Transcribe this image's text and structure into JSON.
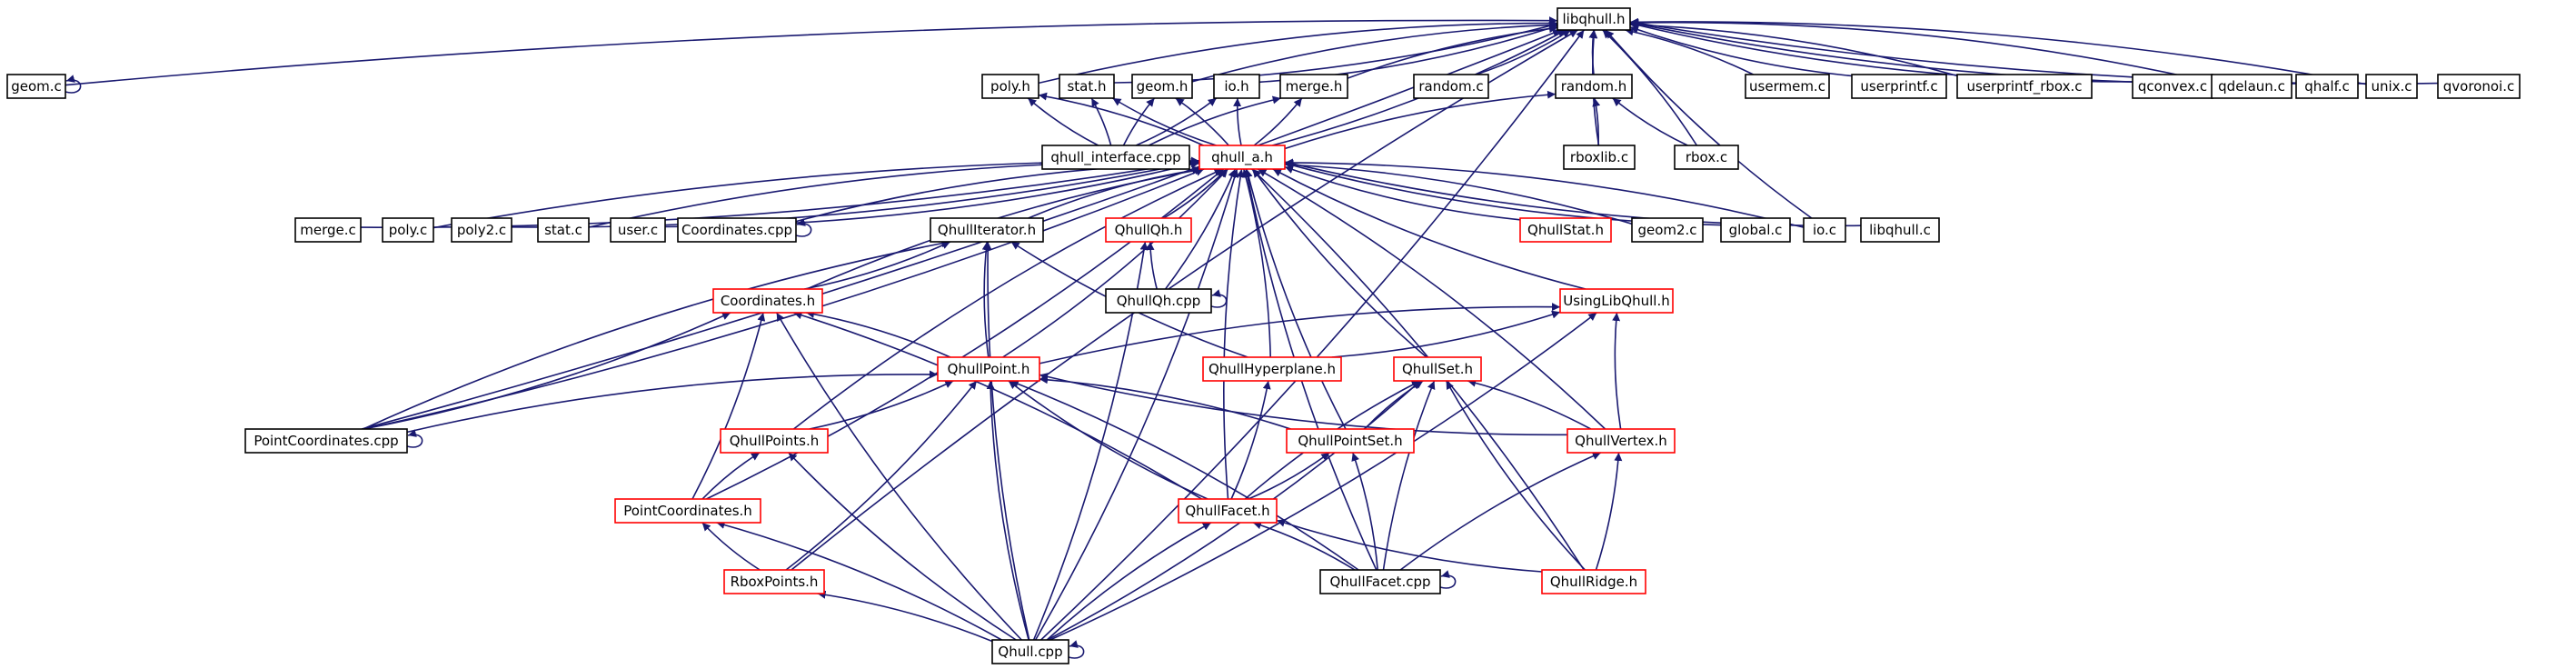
{
  "colors": {
    "edge": "#191970",
    "root_fill": "#bfbfbf",
    "border_black": "#000000",
    "border_red": "#ff0000",
    "background": "#ffffff"
  },
  "nodes": [
    {
      "id": "libqhull_h",
      "label": "libqhull.h",
      "kind": "root"
    },
    {
      "id": "geom_c",
      "label": "geom.c",
      "kind": "black"
    },
    {
      "id": "poly_h",
      "label": "poly.h",
      "kind": "black"
    },
    {
      "id": "stat_h",
      "label": "stat.h",
      "kind": "black"
    },
    {
      "id": "geom_h",
      "label": "geom.h",
      "kind": "black"
    },
    {
      "id": "io_h",
      "label": "io.h",
      "kind": "black"
    },
    {
      "id": "merge_h",
      "label": "merge.h",
      "kind": "black"
    },
    {
      "id": "random_c",
      "label": "random.c",
      "kind": "black"
    },
    {
      "id": "random_h",
      "label": "random.h",
      "kind": "black"
    },
    {
      "id": "usermem_c",
      "label": "usermem.c",
      "kind": "black"
    },
    {
      "id": "userprintf_c",
      "label": "userprintf.c",
      "kind": "black"
    },
    {
      "id": "userprintf_rbox_c",
      "label": "userprintf_rbox.c",
      "kind": "black"
    },
    {
      "id": "qconvex_c",
      "label": "qconvex.c",
      "kind": "black"
    },
    {
      "id": "qdelaun_c",
      "label": "qdelaun.c",
      "kind": "black"
    },
    {
      "id": "qhalf_c",
      "label": "qhalf.c",
      "kind": "black"
    },
    {
      "id": "unix_c",
      "label": "unix.c",
      "kind": "black"
    },
    {
      "id": "qvoronoi_c",
      "label": "qvoronoi.c",
      "kind": "black"
    },
    {
      "id": "qhull_interface_cpp",
      "label": "qhull_interface.cpp",
      "kind": "black"
    },
    {
      "id": "qhull_a_h",
      "label": "qhull_a.h",
      "kind": "red"
    },
    {
      "id": "rboxlib_c",
      "label": "rboxlib.c",
      "kind": "black"
    },
    {
      "id": "rbox_c",
      "label": "rbox.c",
      "kind": "black"
    },
    {
      "id": "merge_c",
      "label": "merge.c",
      "kind": "black"
    },
    {
      "id": "poly_c",
      "label": "poly.c",
      "kind": "black"
    },
    {
      "id": "poly2_c",
      "label": "poly2.c",
      "kind": "black"
    },
    {
      "id": "stat_c",
      "label": "stat.c",
      "kind": "black"
    },
    {
      "id": "user_c",
      "label": "user.c",
      "kind": "black"
    },
    {
      "id": "coordinates_cpp",
      "label": "Coordinates.cpp",
      "kind": "black"
    },
    {
      "id": "qhulliterator_h",
      "label": "QhullIterator.h",
      "kind": "black"
    },
    {
      "id": "qhullqh_h",
      "label": "QhullQh.h",
      "kind": "red"
    },
    {
      "id": "qhullstat_h",
      "label": "QhullStat.h",
      "kind": "red"
    },
    {
      "id": "geom2_c",
      "label": "geom2.c",
      "kind": "black"
    },
    {
      "id": "global_c",
      "label": "global.c",
      "kind": "black"
    },
    {
      "id": "io_c",
      "label": "io.c",
      "kind": "black"
    },
    {
      "id": "libqhull_c",
      "label": "libqhull.c",
      "kind": "black"
    },
    {
      "id": "qhullqh_cpp",
      "label": "QhullQh.cpp",
      "kind": "black"
    },
    {
      "id": "coordinates_h",
      "label": "Coordinates.h",
      "kind": "red"
    },
    {
      "id": "usinglibqhull_h",
      "label": "UsingLibQhull.h",
      "kind": "red"
    },
    {
      "id": "qhullpoint_h",
      "label": "QhullPoint.h",
      "kind": "red"
    },
    {
      "id": "qhullhyperplane_h",
      "label": "QhullHyperplane.h",
      "kind": "red"
    },
    {
      "id": "qhullset_h",
      "label": "QhullSet.h",
      "kind": "red"
    },
    {
      "id": "pointcoordinates_cpp",
      "label": "PointCoordinates.cpp",
      "kind": "black"
    },
    {
      "id": "qhullpoints_h",
      "label": "QhullPoints.h",
      "kind": "red"
    },
    {
      "id": "qhullpointset_h",
      "label": "QhullPointSet.h",
      "kind": "red"
    },
    {
      "id": "qhullvertex_h",
      "label": "QhullVertex.h",
      "kind": "red"
    },
    {
      "id": "pointcoordinates_h",
      "label": "PointCoordinates.h",
      "kind": "red"
    },
    {
      "id": "qhullfacet_h",
      "label": "QhullFacet.h",
      "kind": "red"
    },
    {
      "id": "rboxpoints_h",
      "label": "RboxPoints.h",
      "kind": "red"
    },
    {
      "id": "qhullfacet_cpp",
      "label": "QhullFacet.cpp",
      "kind": "black"
    },
    {
      "id": "qhullridge_h",
      "label": "QhullRidge.h",
      "kind": "red"
    },
    {
      "id": "qhull_cpp",
      "label": "Qhull.cpp",
      "kind": "black"
    }
  ],
  "edges": [
    [
      "geom_c",
      "libqhull_h"
    ],
    [
      "geom_c",
      "geom_c"
    ],
    [
      "poly_h",
      "libqhull_h"
    ],
    [
      "stat_h",
      "libqhull_h"
    ],
    [
      "geom_h",
      "libqhull_h"
    ],
    [
      "io_h",
      "libqhull_h"
    ],
    [
      "merge_h",
      "libqhull_h"
    ],
    [
      "random_c",
      "libqhull_h"
    ],
    [
      "random_h",
      "libqhull_h"
    ],
    [
      "usermem_c",
      "libqhull_h"
    ],
    [
      "userprintf_c",
      "libqhull_h"
    ],
    [
      "userprintf_rbox_c",
      "libqhull_h"
    ],
    [
      "qconvex_c",
      "libqhull_h"
    ],
    [
      "qdelaun_c",
      "libqhull_h"
    ],
    [
      "qhalf_c",
      "libqhull_h"
    ],
    [
      "unix_c",
      "libqhull_h"
    ],
    [
      "qvoronoi_c",
      "libqhull_h"
    ],
    [
      "qhull_a_h",
      "libqhull_h"
    ],
    [
      "rboxlib_c",
      "libqhull_h"
    ],
    [
      "rbox_c",
      "libqhull_h"
    ],
    [
      "io_c",
      "libqhull_h"
    ],
    [
      "pointcoordinates_cpp",
      "libqhull_h"
    ],
    [
      "rboxpoints_h",
      "libqhull_h"
    ],
    [
      "qhull_cpp",
      "libqhull_h"
    ],
    [
      "qhull_interface_cpp",
      "poly_h"
    ],
    [
      "qhull_interface_cpp",
      "stat_h"
    ],
    [
      "qhull_interface_cpp",
      "geom_h"
    ],
    [
      "qhull_interface_cpp",
      "io_h"
    ],
    [
      "qhull_interface_cpp",
      "merge_h"
    ],
    [
      "qhull_a_h",
      "poly_h"
    ],
    [
      "qhull_a_h",
      "stat_h"
    ],
    [
      "qhull_a_h",
      "geom_h"
    ],
    [
      "qhull_a_h",
      "io_h"
    ],
    [
      "qhull_a_h",
      "merge_h"
    ],
    [
      "qhull_a_h",
      "random_h"
    ],
    [
      "rboxlib_c",
      "random_h"
    ],
    [
      "rbox_c",
      "random_h"
    ],
    [
      "merge_c",
      "qhull_a_h"
    ],
    [
      "poly_c",
      "qhull_a_h"
    ],
    [
      "poly2_c",
      "qhull_a_h"
    ],
    [
      "stat_c",
      "qhull_a_h"
    ],
    [
      "user_c",
      "qhull_a_h"
    ],
    [
      "coordinates_cpp",
      "qhull_a_h"
    ],
    [
      "coordinates_cpp",
      "coordinates_cpp"
    ],
    [
      "qhulliterator_h",
      "qhull_a_h"
    ],
    [
      "qhullqh_h",
      "qhull_a_h"
    ],
    [
      "qhullstat_h",
      "qhull_a_h"
    ],
    [
      "geom2_c",
      "qhull_a_h"
    ],
    [
      "global_c",
      "qhull_a_h"
    ],
    [
      "io_c",
      "qhull_a_h"
    ],
    [
      "libqhull_c",
      "qhull_a_h"
    ],
    [
      "qhullqh_cpp",
      "qhull_a_h"
    ],
    [
      "qhullqh_cpp",
      "qhullqh_h"
    ],
    [
      "qhullqh_cpp",
      "qhullqh_cpp"
    ],
    [
      "coordinates_h",
      "qhull_a_h"
    ],
    [
      "coordinates_h",
      "qhulliterator_h"
    ],
    [
      "usinglibqhull_h",
      "qhull_a_h"
    ],
    [
      "qhullpoint_h",
      "qhull_a_h"
    ],
    [
      "qhullpoint_h",
      "qhulliterator_h"
    ],
    [
      "qhullpoint_h",
      "coordinates_h"
    ],
    [
      "qhullpoint_h",
      "usinglibqhull_h"
    ],
    [
      "qhullhyperplane_h",
      "qhull_a_h"
    ],
    [
      "qhullhyperplane_h",
      "qhulliterator_h"
    ],
    [
      "qhullhyperplane_h",
      "usinglibqhull_h"
    ],
    [
      "qhullset_h",
      "qhull_a_h"
    ],
    [
      "pointcoordinates_cpp",
      "qhull_a_h"
    ],
    [
      "pointcoordinates_cpp",
      "qhulliterator_h"
    ],
    [
      "pointcoordinates_cpp",
      "coordinates_h"
    ],
    [
      "pointcoordinates_cpp",
      "qhullpoint_h"
    ],
    [
      "pointcoordinates_cpp",
      "pointcoordinates_cpp"
    ],
    [
      "qhullpoints_h",
      "qhull_a_h"
    ],
    [
      "qhullpoints_h",
      "qhullpoint_h"
    ],
    [
      "qhullpointset_h",
      "qhull_a_h"
    ],
    [
      "qhullpointset_h",
      "qhullpoint_h"
    ],
    [
      "qhullpointset_h",
      "qhullset_h"
    ],
    [
      "qhullvertex_h",
      "qhull_a_h"
    ],
    [
      "qhullvertex_h",
      "qhullpoint_h"
    ],
    [
      "qhullvertex_h",
      "qhullset_h"
    ],
    [
      "qhullvertex_h",
      "usinglibqhull_h"
    ],
    [
      "pointcoordinates_h",
      "coordinates_h"
    ],
    [
      "pointcoordinates_h",
      "qhullpoints_h"
    ],
    [
      "pointcoordinates_h",
      "qhull_a_h"
    ],
    [
      "qhullfacet_h",
      "qhull_a_h"
    ],
    [
      "qhullfacet_h",
      "coordinates_h"
    ],
    [
      "qhullfacet_h",
      "qhullpoint_h"
    ],
    [
      "qhullfacet_h",
      "qhullhyperplane_h"
    ],
    [
      "qhullfacet_h",
      "qhullset_h"
    ],
    [
      "qhullfacet_h",
      "qhullpointset_h"
    ],
    [
      "rboxpoints_h",
      "pointcoordinates_h"
    ],
    [
      "rboxpoints_h",
      "qhullpoint_h"
    ],
    [
      "qhullfacet_cpp",
      "qhull_a_h"
    ],
    [
      "qhullfacet_cpp",
      "qhullpoint_h"
    ],
    [
      "qhullfacet_cpp",
      "qhullset_h"
    ],
    [
      "qhullfacet_cpp",
      "qhullpointset_h"
    ],
    [
      "qhullfacet_cpp",
      "qhullvertex_h"
    ],
    [
      "qhullfacet_cpp",
      "qhullfacet_h"
    ],
    [
      "qhullfacet_cpp",
      "qhullfacet_cpp"
    ],
    [
      "qhullridge_h",
      "qhull_a_h"
    ],
    [
      "qhullridge_h",
      "qhullset_h"
    ],
    [
      "qhullridge_h",
      "qhullvertex_h"
    ],
    [
      "qhullridge_h",
      "qhullfacet_h"
    ],
    [
      "qhull_cpp",
      "qhull_a_h"
    ],
    [
      "qhull_cpp",
      "qhulliterator_h"
    ],
    [
      "qhull_cpp",
      "qhullqh_h"
    ],
    [
      "qhull_cpp",
      "coordinates_h"
    ],
    [
      "qhull_cpp",
      "usinglibqhull_h"
    ],
    [
      "qhull_cpp",
      "qhullpoint_h"
    ],
    [
      "qhull_cpp",
      "qhullset_h"
    ],
    [
      "qhull_cpp",
      "qhullpoints_h"
    ],
    [
      "qhull_cpp",
      "pointcoordinates_h"
    ],
    [
      "qhull_cpp",
      "qhullfacet_h"
    ],
    [
      "qhull_cpp",
      "rboxpoints_h"
    ],
    [
      "qhull_cpp",
      "qhull_cpp"
    ]
  ]
}
